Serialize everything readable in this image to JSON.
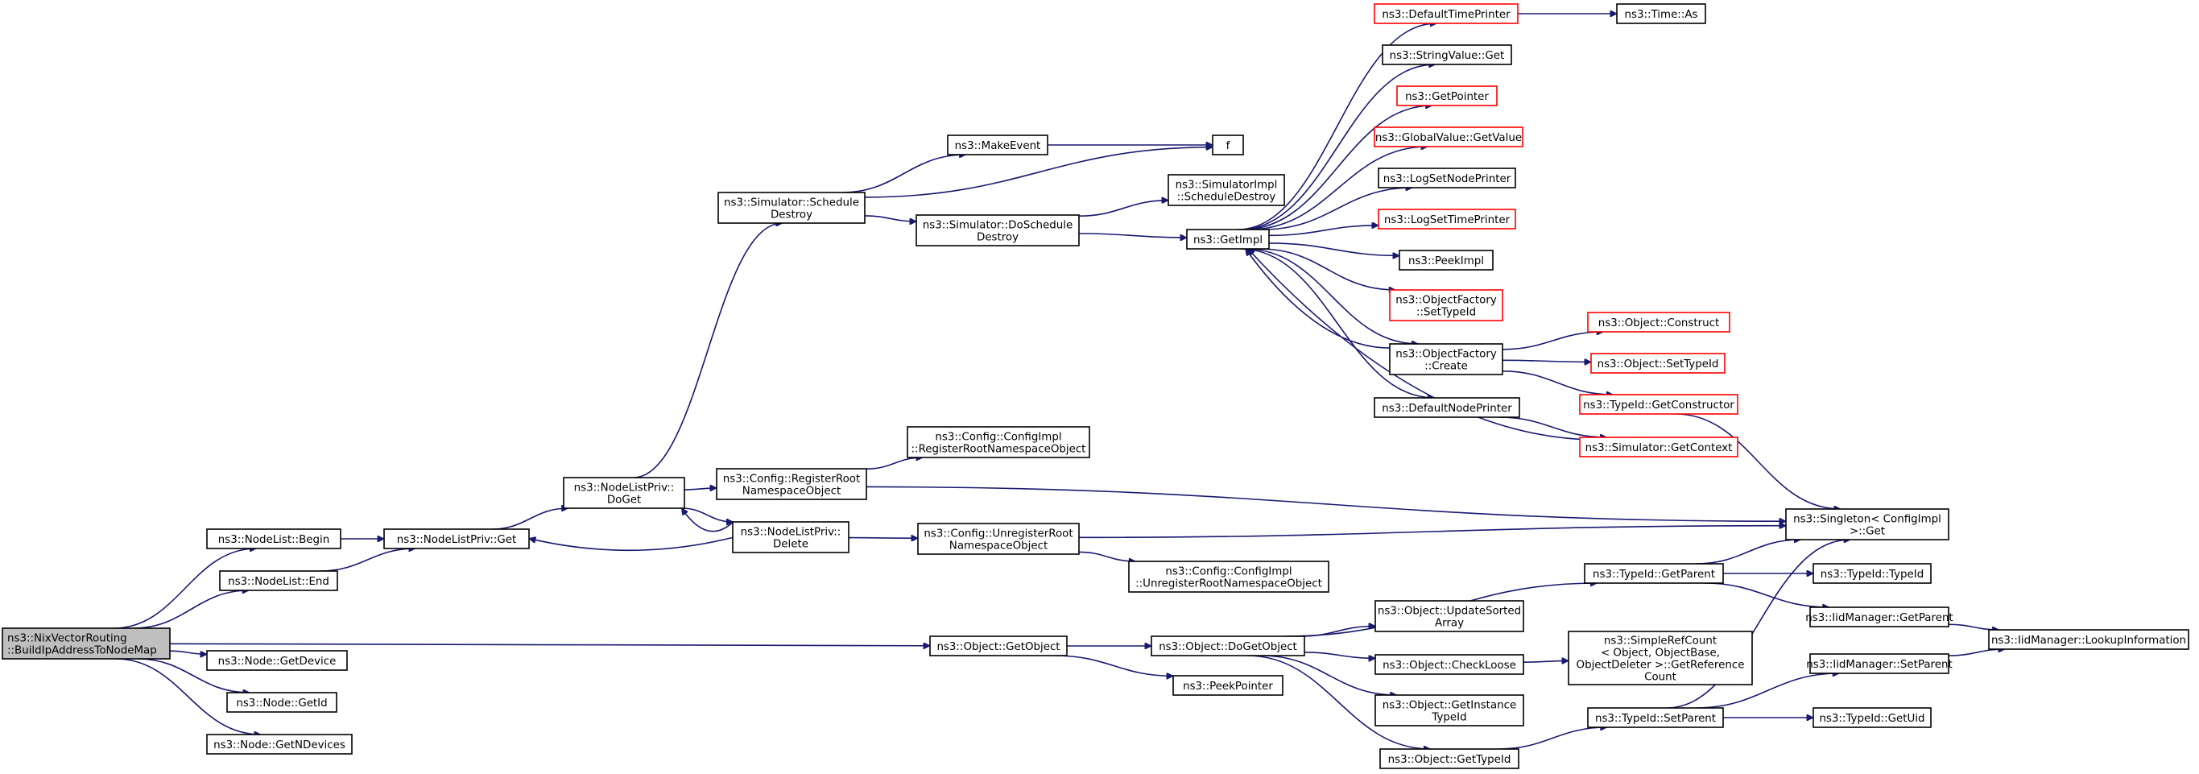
{
  "colors": {
    "edge": "#191970",
    "border": "#000000",
    "truncated_border": "#ff0000",
    "root_fill": "#bfbfbf",
    "background": "#ffffff"
  },
  "nodes": {
    "root": {
      "lines": [
        "ns3::NixVectorRouting",
        "::BuildIpAddressToNodeMap"
      ],
      "truncated": false
    },
    "nodelist_begin": {
      "lines": [
        "ns3::NodeList::Begin"
      ],
      "truncated": false
    },
    "nodelist_end": {
      "lines": [
        "ns3::NodeList::End"
      ],
      "truncated": false
    },
    "node_getdevice": {
      "lines": [
        "ns3::Node::GetDevice"
      ],
      "truncated": false
    },
    "node_getid": {
      "lines": [
        "ns3::Node::GetId"
      ],
      "truncated": false
    },
    "node_getndevices": {
      "lines": [
        "ns3::Node::GetNDevices"
      ],
      "truncated": false
    },
    "nodelistpriv_get": {
      "lines": [
        "ns3::NodeListPriv::Get"
      ],
      "truncated": false
    },
    "nodelistpriv_doget": {
      "lines": [
        "ns3::NodeListPriv::",
        "DoGet"
      ],
      "truncated": false
    },
    "nodelistpriv_delete": {
      "lines": [
        "ns3::NodeListPriv::",
        "Delete"
      ],
      "truncated": false
    },
    "sim_scheduledestroy": {
      "lines": [
        "ns3::Simulator::Schedule",
        "Destroy"
      ],
      "truncated": false
    },
    "config_registerroot": {
      "lines": [
        "ns3::Config::RegisterRoot",
        "NamespaceObject"
      ],
      "truncated": false
    },
    "config_unregisterroot": {
      "lines": [
        "ns3::Config::UnregisterRoot",
        "NamespaceObject"
      ],
      "truncated": false
    },
    "object_getobject": {
      "lines": [
        "ns3::Object::GetObject"
      ],
      "truncated": false
    },
    "makeevent": {
      "lines": [
        "ns3::MakeEvent"
      ],
      "truncated": false
    },
    "sim_doscheduledestroy": {
      "lines": [
        "ns3::Simulator::DoSchedule",
        "Destroy"
      ],
      "truncated": false
    },
    "configimpl_register": {
      "lines": [
        "ns3::Config::ConfigImpl",
        "::RegisterRootNamespaceObject"
      ],
      "truncated": false
    },
    "configimpl_unregister": {
      "lines": [
        "ns3::Config::ConfigImpl",
        "::UnregisterRootNamespaceObject"
      ],
      "truncated": false
    },
    "object_dogetobject": {
      "lines": [
        "ns3::Object::DoGetObject"
      ],
      "truncated": false
    },
    "peekpointer": {
      "lines": [
        "ns3::PeekPointer"
      ],
      "truncated": false
    },
    "f": {
      "lines": [
        "f"
      ],
      "truncated": false
    },
    "simimpl_scheduledestroy": {
      "lines": [
        "ns3::SimulatorImpl",
        "::ScheduleDestroy"
      ],
      "truncated": false
    },
    "getimpl": {
      "lines": [
        "ns3::GetImpl"
      ],
      "truncated": false
    },
    "defaulttimeprinter": {
      "lines": [
        "ns3::DefaultTimePrinter"
      ],
      "truncated": true
    },
    "time_as": {
      "lines": [
        "ns3::Time::As"
      ],
      "truncated": false
    },
    "stringvalue_get": {
      "lines": [
        "ns3::StringValue::Get"
      ],
      "truncated": false
    },
    "getpointer": {
      "lines": [
        "ns3::GetPointer"
      ],
      "truncated": true
    },
    "globalvalue_getvalue": {
      "lines": [
        "ns3::GlobalValue::GetValue"
      ],
      "truncated": true
    },
    "logsetnodeprinter": {
      "lines": [
        "ns3::LogSetNodePrinter"
      ],
      "truncated": false
    },
    "logsettimeprinter": {
      "lines": [
        "ns3::LogSetTimePrinter"
      ],
      "truncated": true
    },
    "peekimpl": {
      "lines": [
        "ns3::PeekImpl"
      ],
      "truncated": false
    },
    "objectfactory_settypeid": {
      "lines": [
        "ns3::ObjectFactory",
        "::SetTypeId"
      ],
      "truncated": true
    },
    "objectfactory_create": {
      "lines": [
        "ns3::ObjectFactory",
        "::Create"
      ],
      "truncated": false
    },
    "defaultnodeprinter": {
      "lines": [
        "ns3::DefaultNodePrinter"
      ],
      "truncated": false
    },
    "object_construct": {
      "lines": [
        "ns3::Object::Construct"
      ],
      "truncated": true
    },
    "object_settypeid": {
      "lines": [
        "ns3::Object::SetTypeId"
      ],
      "truncated": true
    },
    "typeid_getconstructor": {
      "lines": [
        "ns3::TypeId::GetConstructor"
      ],
      "truncated": true
    },
    "sim_getcontext": {
      "lines": [
        "ns3::Simulator::GetContext"
      ],
      "truncated": true
    },
    "singleton_get": {
      "lines": [
        "ns3::Singleton< ConfigImpl",
        " >::Get"
      ],
      "truncated": false
    },
    "typeid_getparent": {
      "lines": [
        "ns3::TypeId::GetParent"
      ],
      "truncated": false
    },
    "typeid_typeid": {
      "lines": [
        "ns3::TypeId::TypeId"
      ],
      "truncated": false
    },
    "iidmanager_getparent": {
      "lines": [
        "ns3::IidManager::GetParent"
      ],
      "truncated": false
    },
    "iidmanager_lookupinformation": {
      "lines": [
        "ns3::IidManager::LookupInformation"
      ],
      "truncated": false
    },
    "object_updatesortedarray": {
      "lines": [
        "ns3::Object::UpdateSorted",
        "Array"
      ],
      "truncated": false
    },
    "object_checkloose": {
      "lines": [
        "ns3::Object::CheckLoose"
      ],
      "truncated": false
    },
    "simplerefcount_getreferencecount": {
      "lines": [
        "ns3::SimpleRefCount",
        "< Object, ObjectBase,",
        " ObjectDeleter >::GetReference",
        "Count"
      ],
      "truncated": false
    },
    "object_getinstancetypeid": {
      "lines": [
        "ns3::Object::GetInstance",
        "TypeId"
      ],
      "truncated": false
    },
    "object_gettypeid": {
      "lines": [
        "ns3::Object::GetTypeId"
      ],
      "truncated": false
    },
    "typeid_setparent": {
      "lines": [
        "ns3::TypeId::SetParent"
      ],
      "truncated": false
    },
    "iidmanager_setparent": {
      "lines": [
        "ns3::IidManager::SetParent"
      ],
      "truncated": false
    },
    "typeid_getuid": {
      "lines": [
        "ns3::TypeId::GetUid"
      ],
      "truncated": false
    }
  },
  "edges": [
    [
      "root",
      "nodelist_begin"
    ],
    [
      "root",
      "nodelist_end"
    ],
    [
      "root",
      "node_getdevice"
    ],
    [
      "root",
      "node_getid"
    ],
    [
      "root",
      "node_getndevices"
    ],
    [
      "root",
      "object_getobject"
    ],
    [
      "nodelist_begin",
      "nodelistpriv_get"
    ],
    [
      "nodelist_end",
      "nodelistpriv_get"
    ],
    [
      "nodelistpriv_get",
      "nodelistpriv_doget"
    ],
    [
      "nodelistpriv_doget",
      "sim_scheduledestroy"
    ],
    [
      "nodelistpriv_doget",
      "config_registerroot"
    ],
    [
      "nodelistpriv_doget",
      "nodelistpriv_delete"
    ],
    [
      "nodelistpriv_delete",
      "nodelistpriv_doget"
    ],
    [
      "nodelistpriv_delete",
      "nodelistpriv_get"
    ],
    [
      "nodelistpriv_delete",
      "config_unregisterroot"
    ],
    [
      "sim_scheduledestroy",
      "makeevent"
    ],
    [
      "sim_scheduledestroy",
      "f"
    ],
    [
      "sim_scheduledestroy",
      "sim_doscheduledestroy"
    ],
    [
      "makeevent",
      "f"
    ],
    [
      "sim_doscheduledestroy",
      "simimpl_scheduledestroy"
    ],
    [
      "sim_doscheduledestroy",
      "getimpl"
    ],
    [
      "config_registerroot",
      "configimpl_register"
    ],
    [
      "config_registerroot",
      "singleton_get"
    ],
    [
      "config_unregisterroot",
      "configimpl_unregister"
    ],
    [
      "config_unregisterroot",
      "singleton_get"
    ],
    [
      "getimpl",
      "defaulttimeprinter"
    ],
    [
      "getimpl",
      "stringvalue_get"
    ],
    [
      "getimpl",
      "getpointer"
    ],
    [
      "getimpl",
      "globalvalue_getvalue"
    ],
    [
      "getimpl",
      "logsetnodeprinter"
    ],
    [
      "getimpl",
      "logsettimeprinter"
    ],
    [
      "getimpl",
      "peekimpl"
    ],
    [
      "getimpl",
      "objectfactory_settypeid"
    ],
    [
      "getimpl",
      "objectfactory_create"
    ],
    [
      "getimpl",
      "defaultnodeprinter"
    ],
    [
      "defaulttimeprinter",
      "time_as"
    ],
    [
      "objectfactory_create",
      "object_construct"
    ],
    [
      "objectfactory_create",
      "object_settypeid"
    ],
    [
      "objectfactory_create",
      "typeid_getconstructor"
    ],
    [
      "objectfactory_create",
      "getimpl"
    ],
    [
      "defaultnodeprinter",
      "sim_getcontext"
    ],
    [
      "sim_getcontext",
      "getimpl"
    ],
    [
      "typeid_getconstructor",
      "singleton_get"
    ],
    [
      "object_getobject",
      "object_dogetobject"
    ],
    [
      "object_getobject",
      "peekpointer"
    ],
    [
      "object_dogetobject",
      "typeid_getparent"
    ],
    [
      "object_dogetobject",
      "object_updatesortedarray"
    ],
    [
      "object_dogetobject",
      "object_checkloose"
    ],
    [
      "object_dogetobject",
      "object_getinstancetypeid"
    ],
    [
      "object_dogetobject",
      "object_gettypeid"
    ],
    [
      "typeid_getparent",
      "singleton_get"
    ],
    [
      "typeid_getparent",
      "typeid_typeid"
    ],
    [
      "typeid_getparent",
      "iidmanager_getparent"
    ],
    [
      "iidmanager_getparent",
      "iidmanager_lookupinformation"
    ],
    [
      "object_checkloose",
      "simplerefcount_getreferencecount"
    ],
    [
      "object_gettypeid",
      "typeid_setparent"
    ],
    [
      "typeid_setparent",
      "singleton_get"
    ],
    [
      "typeid_setparent",
      "iidmanager_setparent"
    ],
    [
      "typeid_setparent",
      "typeid_getuid"
    ],
    [
      "iidmanager_setparent",
      "iidmanager_lookupinformation"
    ]
  ]
}
